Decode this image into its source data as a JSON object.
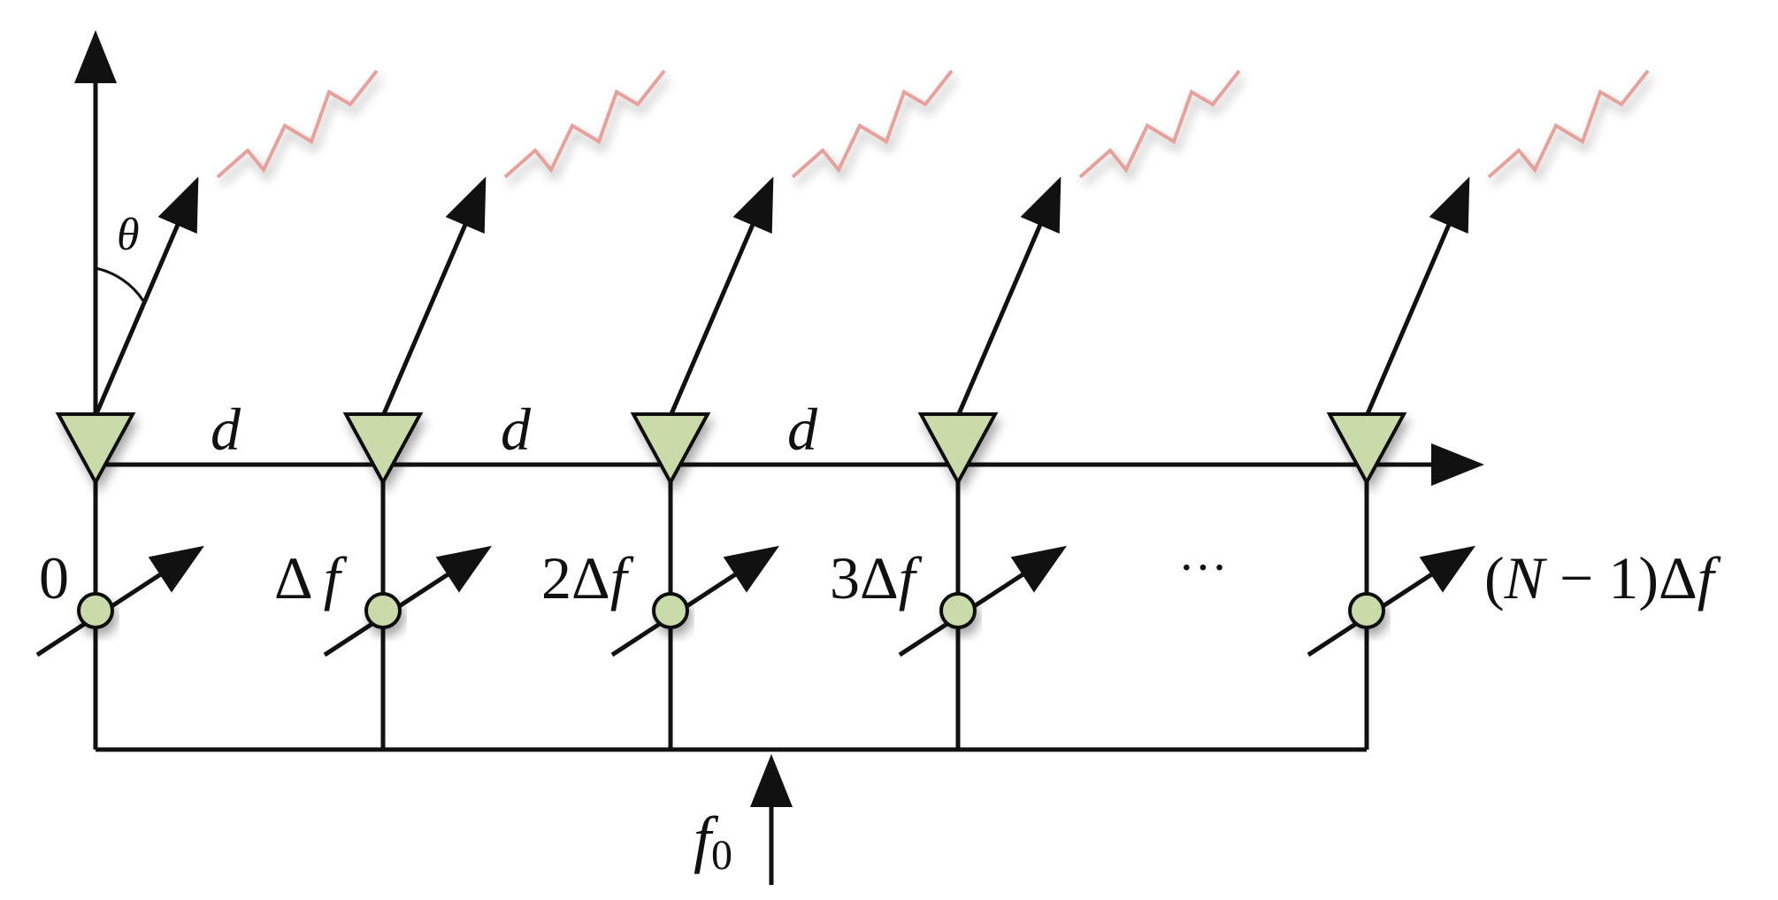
{
  "diagram": {
    "angle_label": "θ",
    "spacing_labels": [
      "d",
      "d",
      "d"
    ],
    "frequency_offsets": [
      {
        "num": "0",
        "symbol": "",
        "var": ""
      },
      {
        "num": "",
        "symbol": "Δ",
        "var": "f"
      },
      {
        "num": "2",
        "symbol": "Δ",
        "var": "f"
      },
      {
        "num": "3",
        "symbol": "Δ",
        "var": "f"
      }
    ],
    "ellipsis": "···",
    "last_offset": {
      "open": "(",
      "n": "N",
      "rest": " − 1)",
      "symbol": "Δ",
      "var": "f"
    },
    "carrier": {
      "var": "f",
      "sub": "0"
    }
  },
  "colors": {
    "element_fill": "#c8dba8",
    "node_fill": "#c8dba8",
    "wave": "#e8a09a",
    "stroke": "#111111"
  },
  "icons": {
    "antenna": "triangle-antenna-icon",
    "phase_shifter": "variable-phase-shifter-icon",
    "wave": "zigzag-wave-icon"
  }
}
